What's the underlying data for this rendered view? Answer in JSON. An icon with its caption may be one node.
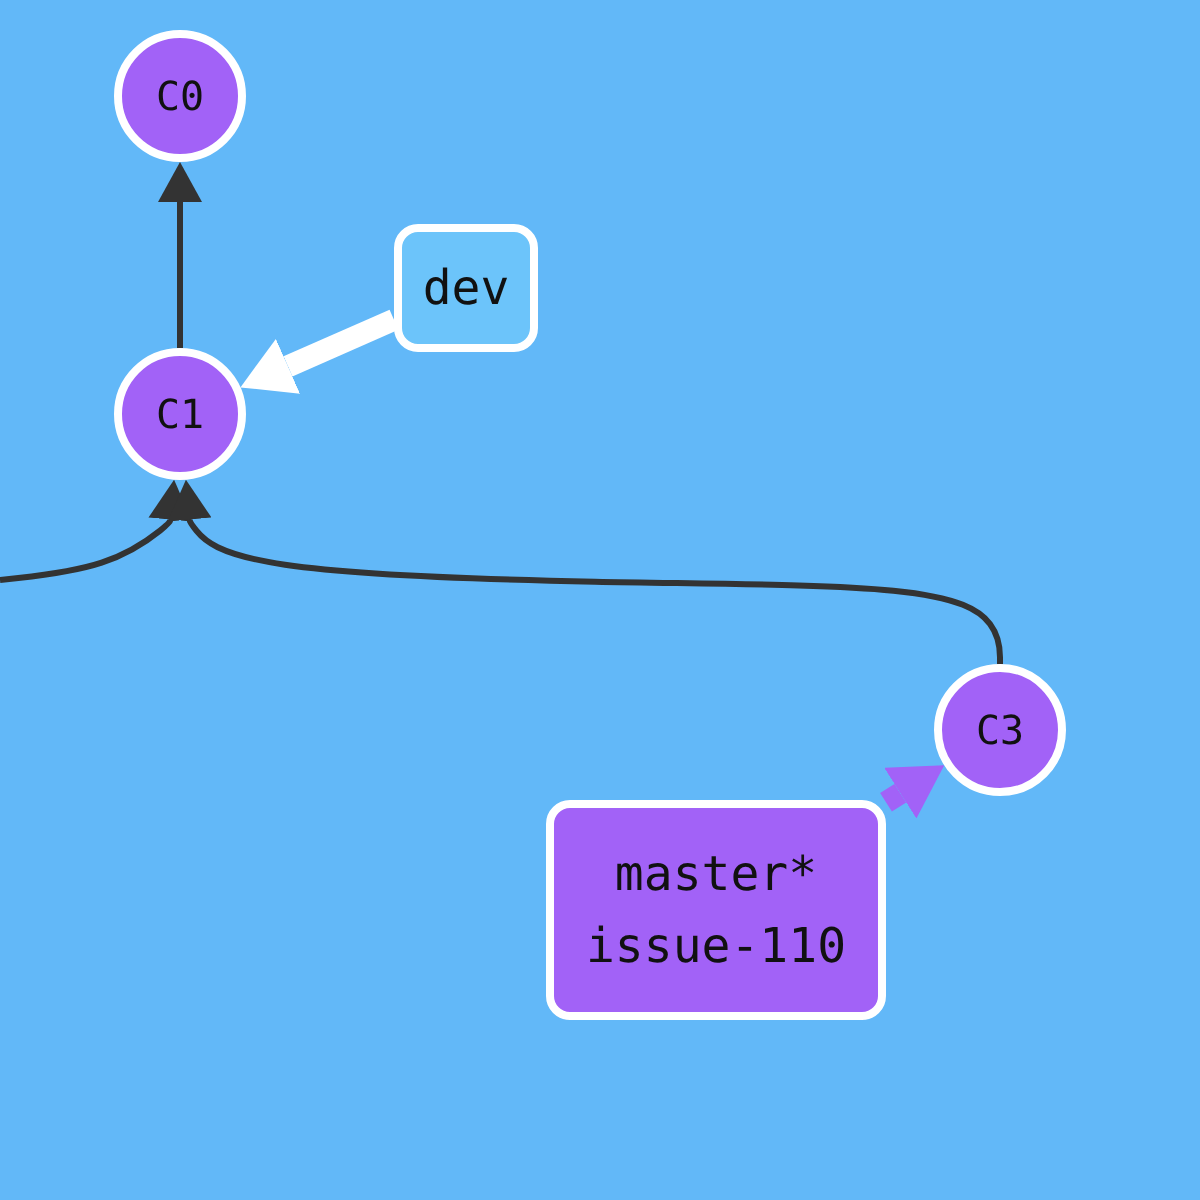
{
  "diagram": {
    "nodes": [
      {
        "text": [
          "C0"
        ]
      },
      {
        "text": [
          "C1"
        ]
      },
      {
        "text": [
          "dev"
        ]
      },
      {
        "text": [
          "C3"
        ]
      },
      {
        "text": [
          "master*",
          "issue-110"
        ]
      }
    ],
    "edges": [
      {
        "from": 1,
        "to": 0,
        "arrow": "to"
      },
      {
        "from": null,
        "to": 1,
        "arrow": "to"
      },
      {
        "from": 3,
        "to": 1,
        "arrow": "to"
      },
      {
        "from": 2,
        "to": 1,
        "arrow": "to",
        "style": "thick",
        "color": "#ffffff"
      },
      {
        "from": 4,
        "to": 3,
        "arrow": "to",
        "style": "thick",
        "color": "#a262f7"
      }
    ]
  }
}
